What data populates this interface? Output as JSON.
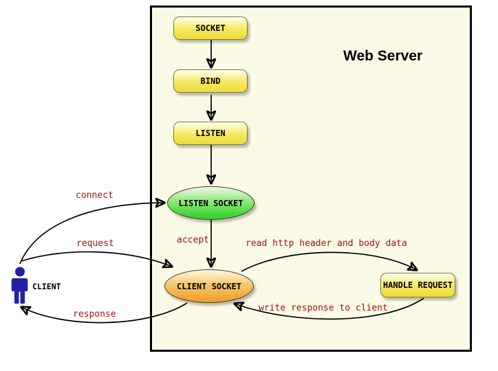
{
  "diagram": {
    "title": "Web Server",
    "client": {
      "label": "CLIENT"
    },
    "nodes": {
      "socket": "SOCKET",
      "bind": "BIND",
      "listen": "LISTEN",
      "listen_socket": "LISTEN SOCKET",
      "client_socket": "CLIENT SOCKET",
      "handle_request": "HANDLE REQUEST"
    },
    "edge_labels": {
      "connect": "connect",
      "request": "request",
      "response": "response",
      "accept": "accept",
      "read": "read http header and body data",
      "write": "write response to client"
    },
    "edges": [
      {
        "from": "SOCKET",
        "to": "BIND",
        "label": ""
      },
      {
        "from": "BIND",
        "to": "LISTEN",
        "label": ""
      },
      {
        "from": "LISTEN",
        "to": "LISTEN SOCKET",
        "label": ""
      },
      {
        "from": "LISTEN SOCKET",
        "to": "CLIENT SOCKET",
        "label": "accept"
      },
      {
        "from": "CLIENT",
        "to": "LISTEN SOCKET",
        "label": "connect"
      },
      {
        "from": "CLIENT",
        "to": "CLIENT SOCKET",
        "label": "request"
      },
      {
        "from": "CLIENT SOCKET",
        "to": "CLIENT",
        "label": "response"
      },
      {
        "from": "CLIENT SOCKET",
        "to": "HANDLE REQUEST",
        "label": "read http header and body data"
      },
      {
        "from": "HANDLE REQUEST",
        "to": "CLIENT SOCKET",
        "label": "write response to client"
      }
    ],
    "colors": {
      "server_background": "#fafae6",
      "server_border": "#000000",
      "node_yellow_top": "#ffffec",
      "node_yellow_bottom": "#edda38",
      "node_green_top": "#f0fae8",
      "node_green_bottom": "#38cc32",
      "node_orange_top": "#fdf7e2",
      "node_orange_bottom": "#ec9b29",
      "edge_label_color": "#a11212",
      "person_color": "#2121a8",
      "arrow_color": "#000000"
    }
  }
}
